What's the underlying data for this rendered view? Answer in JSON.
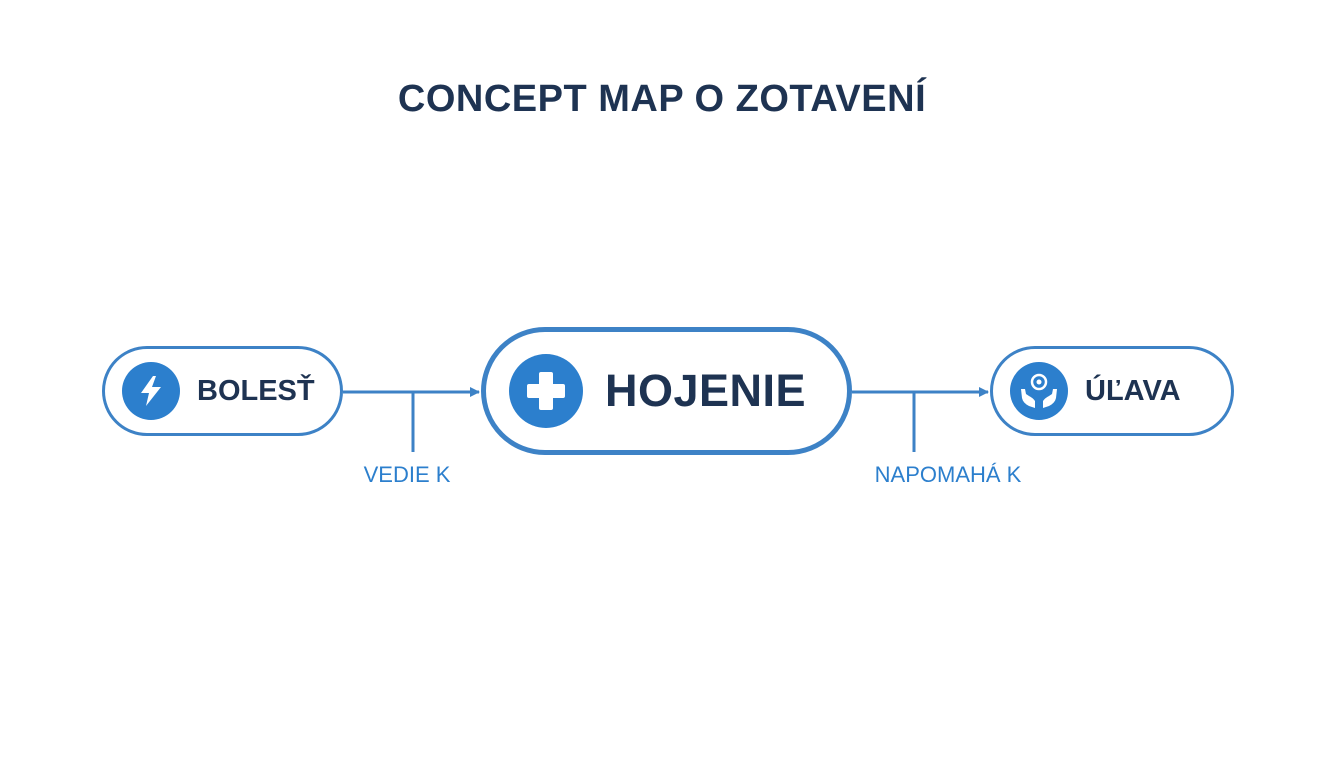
{
  "title": "CONCEPT MAP O ZOTAVENÍ",
  "colors": {
    "accent": "#2c7fcd",
    "border": "#3d82c6",
    "text_dark": "#1e3352"
  },
  "nodes": [
    {
      "id": "bolest",
      "label": "BOLESŤ",
      "icon": "lightning-bolt-icon"
    },
    {
      "id": "hojenie",
      "label": "HOJENIE",
      "icon": "medical-cross-icon"
    },
    {
      "id": "ulava",
      "label": "ÚĽAVA",
      "icon": "caring-hands-icon"
    }
  ],
  "edges": [
    {
      "from": "bolest",
      "to": "hojenie",
      "label": "VEDIE K"
    },
    {
      "from": "hojenie",
      "to": "ulava",
      "label": "NAPOMAHÁ K"
    }
  ]
}
